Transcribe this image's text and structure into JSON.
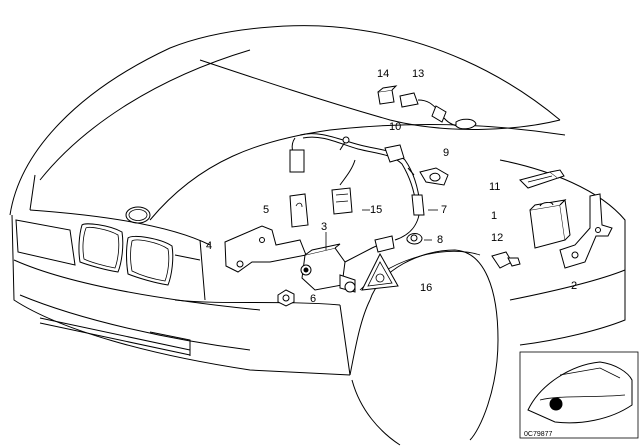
{
  "callouts": [
    {
      "id": "c14",
      "label": "14"
    },
    {
      "id": "c13",
      "label": "13"
    },
    {
      "id": "c10",
      "label": "10"
    },
    {
      "id": "c9",
      "label": "9"
    },
    {
      "id": "c11",
      "label": "11"
    },
    {
      "id": "c1",
      "label": "1"
    },
    {
      "id": "c12",
      "label": "12"
    },
    {
      "id": "c2",
      "label": "2"
    },
    {
      "id": "c5",
      "label": "5"
    },
    {
      "id": "c15",
      "label": "15"
    },
    {
      "id": "c7",
      "label": "7"
    },
    {
      "id": "c3",
      "label": "3"
    },
    {
      "id": "c8",
      "label": "8"
    },
    {
      "id": "c4",
      "label": "4"
    },
    {
      "id": "c6",
      "label": "6"
    },
    {
      "id": "c16",
      "label": "16"
    }
  ],
  "diagram_code": "0C79877"
}
